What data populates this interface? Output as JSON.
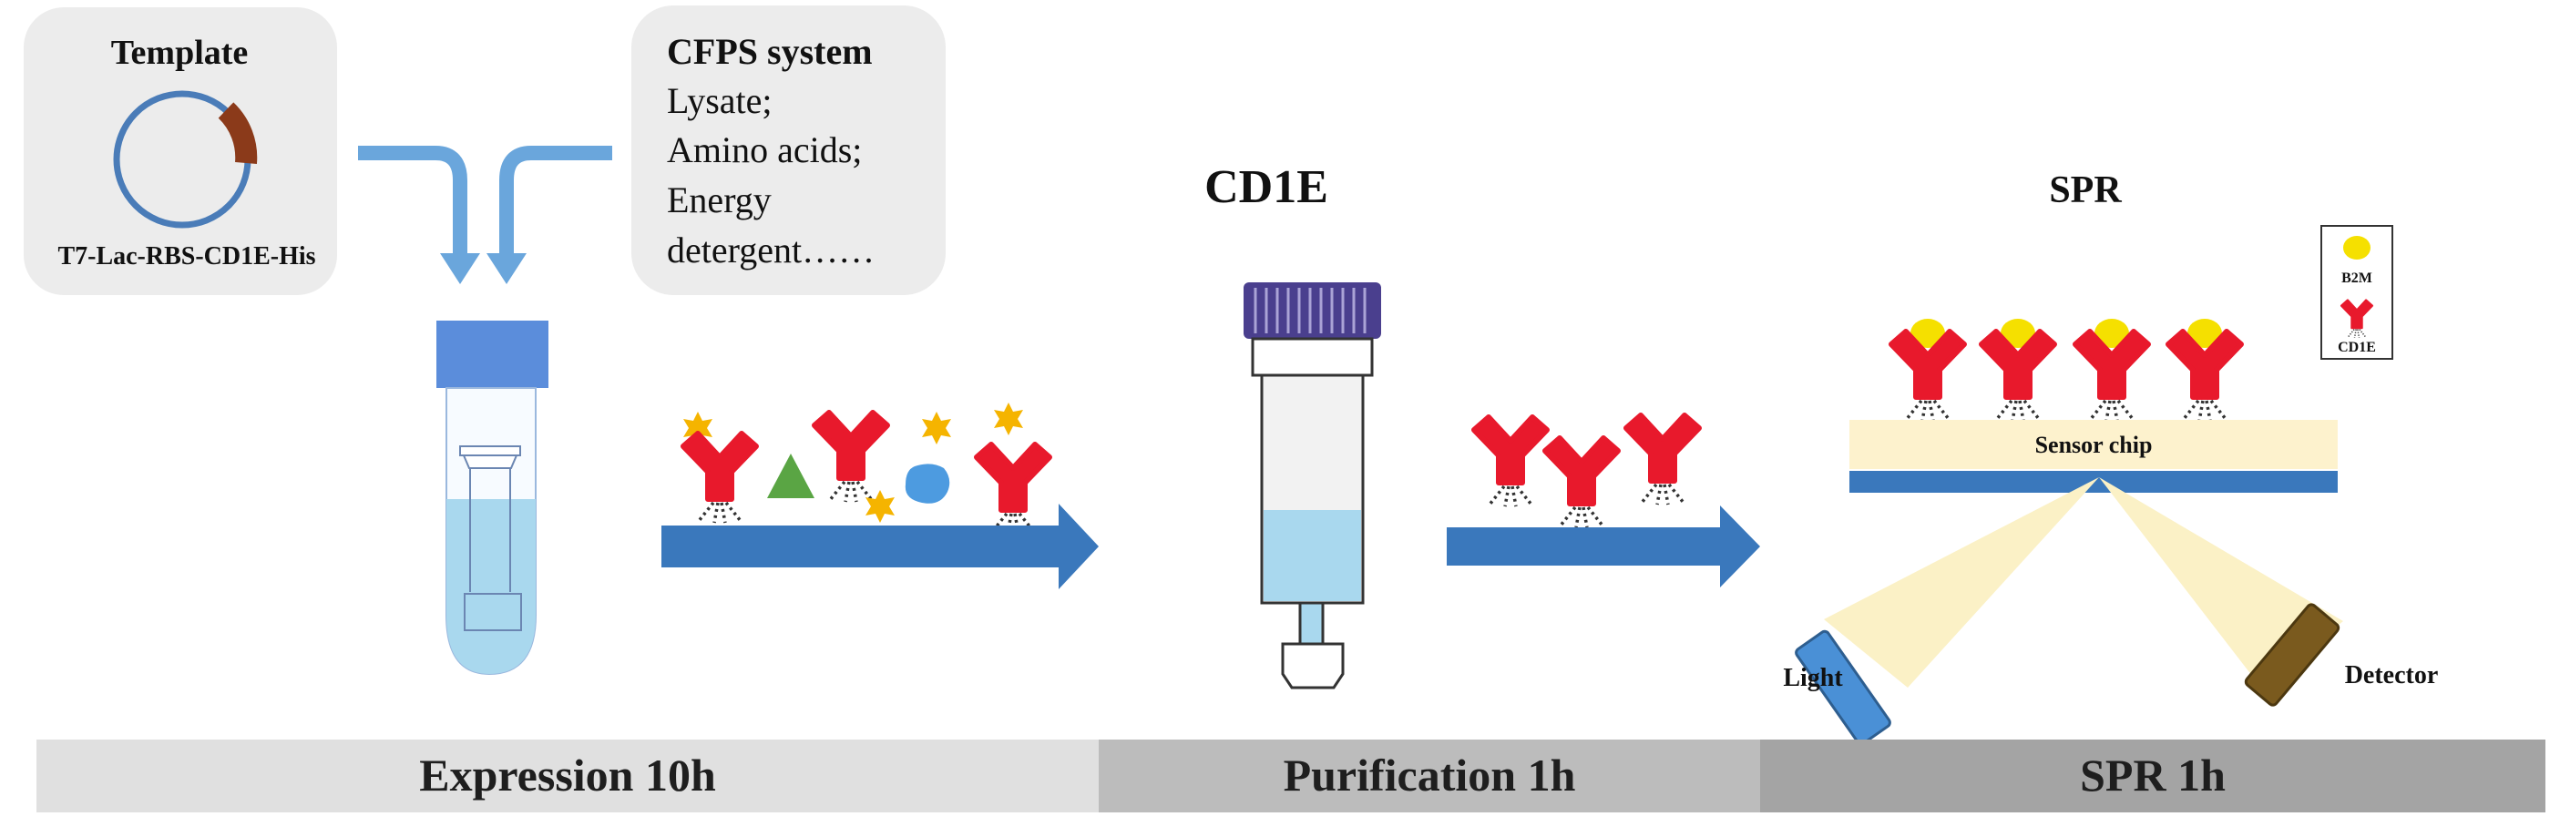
{
  "template_box": {
    "title": "Template",
    "plasmid_label": "T7-Lac-RBS-CD1E-His"
  },
  "cfps_box": {
    "title": "CFPS system",
    "lines": [
      "Lysate;",
      "Amino acids;",
      "Energy",
      "detergent……"
    ]
  },
  "purification": {
    "title": "CD1E"
  },
  "spr": {
    "title": "SPR",
    "legend": {
      "b2m_label": "B2M",
      "cd1e_label": "CD1E"
    },
    "sensor_label": "Sensor chip",
    "light_label": "Light",
    "detector_label": "Detector"
  },
  "stages": [
    {
      "label": "Expression 10h"
    },
    {
      "label": "Purification 1h"
    },
    {
      "label": "SPR 1h"
    }
  ],
  "colors": {
    "antibody": "#e8192c",
    "arrow": "#3a78bc",
    "down_arrow": "#6aa6dc",
    "star": "#f5b400",
    "triangle": "#5aa544",
    "blob": "#4d9be0",
    "b2m": "#f5e000",
    "stage1": "#e0e0e0",
    "stage2": "#bcbcbc",
    "stage3": "#a4a4a4"
  }
}
